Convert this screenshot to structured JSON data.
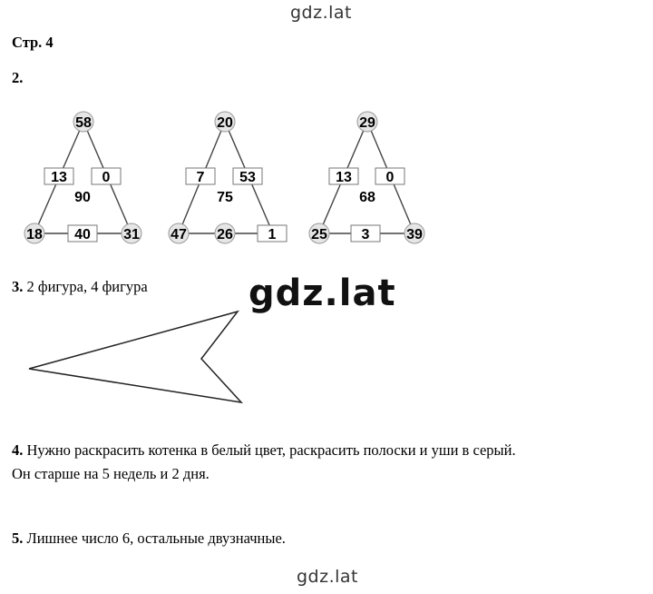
{
  "watermark": "gdz.lat",
  "heading": "Стр. 4",
  "task2": {
    "number": "2.",
    "triangles": [
      {
        "top": "58",
        "left_box": "13",
        "right_box": "0",
        "center": "90",
        "bottom_left": "18",
        "bottom_middle": "40",
        "bottom_right": "31"
      },
      {
        "top": "20",
        "left_box": "7",
        "right_box": "53",
        "center": "75",
        "bottom_left": "47",
        "bottom_middle": "26",
        "bottom_right": "1"
      },
      {
        "top": "29",
        "left_box": "13",
        "right_box": "0",
        "center": "68",
        "bottom_left": "25",
        "bottom_middle": "3",
        "bottom_right": "39"
      }
    ]
  },
  "task3": {
    "number": "3.",
    "text": "2 фигура, 4 фигура"
  },
  "task4": {
    "number": "4.",
    "line1": "Нужно раскрасить котенка в белый цвет, раскрасить полоски и уши в серый.",
    "line2": "Он старше на 5 недель и 2 дня."
  },
  "task5": {
    "number": "5.",
    "text": "Лишнее число 6, остальные двузначные."
  },
  "colors": {
    "circle_fill": "#e6e6e6",
    "line": "#444444",
    "box_stroke": "#777777"
  }
}
